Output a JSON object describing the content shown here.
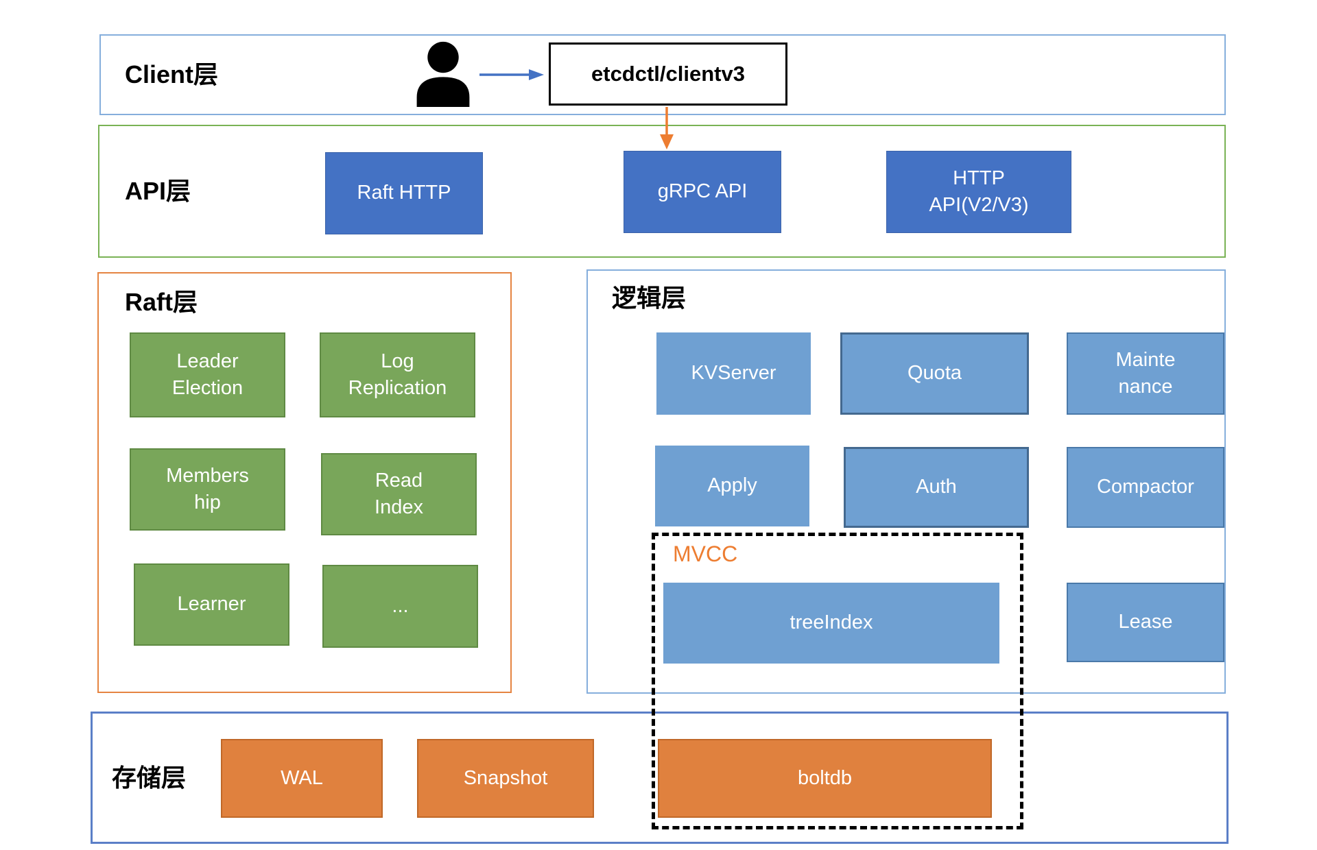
{
  "diagram_title": "etcd architecture layers",
  "colors": {
    "api_box_fill": "#4472C4",
    "logic_box_fill": "#6FA0D2",
    "raft_box_fill": "#79A65A",
    "storage_box_fill": "#E0813E",
    "mvcc_label_color": "#ED7D31",
    "client_border": "#85AEDC",
    "api_border": "#79B254",
    "raft_border": "#E58441",
    "logic_border": "#85AEDC",
    "storage_border": "#5B7FC7",
    "arrow_blue": "#4472C4",
    "arrow_orange": "#ED7D31"
  },
  "client_layer": {
    "label": "Client层",
    "user_icon": "person-icon",
    "client_box": "etcdctl/clientv3"
  },
  "api_layer": {
    "label": "API层",
    "boxes": [
      {
        "lines": [
          "Raft HTTP"
        ]
      },
      {
        "lines": [
          "gRPC API"
        ]
      },
      {
        "lines": [
          "HTTP",
          "API(V2/V3)"
        ]
      }
    ]
  },
  "raft_layer": {
    "label": "Raft层",
    "boxes": [
      {
        "lines": [
          "Leader",
          "Election"
        ]
      },
      {
        "lines": [
          "Log",
          "Replication"
        ]
      },
      {
        "lines": [
          "Members",
          "hip"
        ]
      },
      {
        "lines": [
          "Read",
          "Index"
        ]
      },
      {
        "lines": [
          "Learner"
        ]
      },
      {
        "lines": [
          "..."
        ]
      }
    ]
  },
  "logic_layer": {
    "label": "逻辑层",
    "mvcc_label": "MVCC",
    "boxes": [
      {
        "lines": [
          "KVServer"
        ]
      },
      {
        "lines": [
          "Quota"
        ]
      },
      {
        "lines": [
          "Mainte",
          "nance"
        ]
      },
      {
        "lines": [
          "Apply"
        ]
      },
      {
        "lines": [
          "Auth"
        ]
      },
      {
        "lines": [
          "Compactor"
        ]
      },
      {
        "lines": [
          "treeIndex"
        ]
      },
      {
        "lines": [
          "Lease"
        ]
      }
    ]
  },
  "storage_layer": {
    "label": "存储层",
    "boxes": [
      {
        "lines": [
          "WAL"
        ]
      },
      {
        "lines": [
          "Snapshot"
        ]
      },
      {
        "lines": [
          "boltdb"
        ]
      }
    ]
  }
}
